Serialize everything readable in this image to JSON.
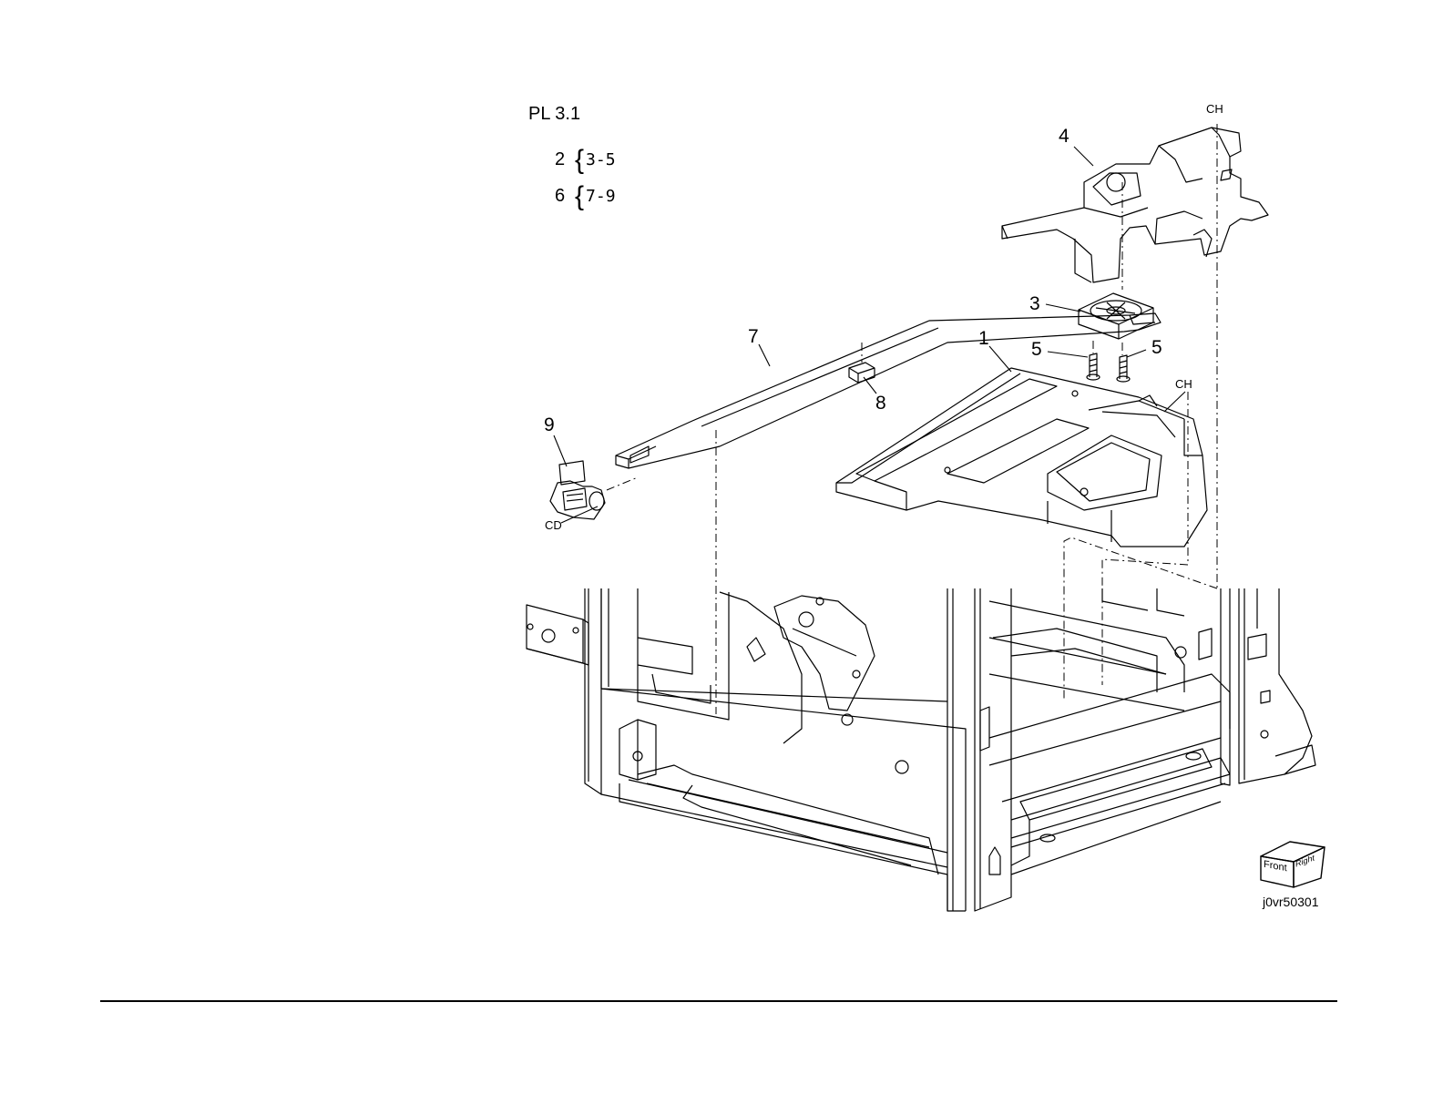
{
  "header": {
    "title": "PL 3.1"
  },
  "groups": [
    {
      "assembly": "2",
      "range": "3-5"
    },
    {
      "assembly": "6",
      "range": "7-9"
    }
  ],
  "callouts": {
    "c1": "1",
    "c3": "3",
    "c4": "4",
    "c5a": "5",
    "c5b": "5",
    "c7": "7",
    "c8": "8",
    "c9": "9",
    "ch_top": "CH",
    "ch_mid": "CH",
    "cd": "CD"
  },
  "orientation_cube": {
    "front": "Front",
    "right": "Right"
  },
  "figure_id": "j0vr50301"
}
